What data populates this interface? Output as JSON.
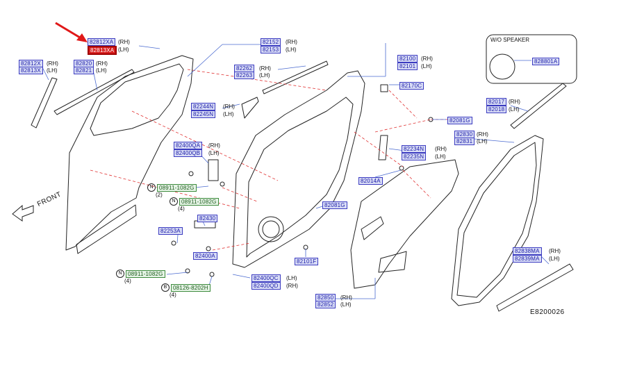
{
  "diagram_code": "E8200026",
  "front_label": "FRONT",
  "speaker_box_title": "W/O  SPEAKER",
  "parts": [
    {
      "id": "p1",
      "code": "82812XA",
      "side": "(RH)"
    },
    {
      "id": "p2",
      "code": "82813XA",
      "side": "(LH)",
      "selected": true
    },
    {
      "id": "p3",
      "code": "82812X",
      "side": "(RH)"
    },
    {
      "id": "p4",
      "code": "82813X",
      "side": "(LH)"
    },
    {
      "id": "p5",
      "code": "82820",
      "side": "(RH)"
    },
    {
      "id": "p6",
      "code": "82821",
      "side": "(LH)"
    },
    {
      "id": "p7",
      "code": "82152",
      "side": "(RH)"
    },
    {
      "id": "p8",
      "code": "82153",
      "side": "(LH)"
    },
    {
      "id": "p9",
      "code": "82262",
      "side": "(RH)"
    },
    {
      "id": "p10",
      "code": "82263",
      "side": "(LH)"
    },
    {
      "id": "p11",
      "code": "82100",
      "side": "(RH)"
    },
    {
      "id": "p12",
      "code": "82101",
      "side": "(LH)"
    },
    {
      "id": "p13",
      "code": "82170C",
      "side": ""
    },
    {
      "id": "p14",
      "code": "82244N",
      "side": "(RH)"
    },
    {
      "id": "p15",
      "code": "82245N",
      "side": "(LH)"
    },
    {
      "id": "p16",
      "code": "82400QA",
      "side": "(RH)"
    },
    {
      "id": "p17",
      "code": "82400QB",
      "side": "(LH)"
    },
    {
      "id": "p18",
      "code": "08911-1082G",
      "side": "(2)",
      "prefix": "N",
      "green": true
    },
    {
      "id": "p19",
      "code": "08911-1082G",
      "side": "(4)",
      "prefix": "N",
      "green": true
    },
    {
      "id": "p20",
      "code": "82430",
      "side": ""
    },
    {
      "id": "p21",
      "code": "82253A",
      "side": ""
    },
    {
      "id": "p22",
      "code": "82400A",
      "side": ""
    },
    {
      "id": "p23",
      "code": "08911-1082G",
      "side": "(4)",
      "prefix": "N",
      "green": true
    },
    {
      "id": "p24",
      "code": "08126-8202H",
      "side": "(4)",
      "prefix": "B",
      "green": true
    },
    {
      "id": "p25",
      "code": "82400QC",
      "side": "(LH)"
    },
    {
      "id": "p26",
      "code": "82400QD",
      "side": "(RH)"
    },
    {
      "id": "p27",
      "code": "82101F",
      "side": ""
    },
    {
      "id": "p28",
      "code": "82081G",
      "side": ""
    },
    {
      "id": "p29",
      "code": "82234N",
      "side": "(RH)"
    },
    {
      "id": "p30",
      "code": "82235N",
      "side": "(LH)"
    },
    {
      "id": "p31",
      "code": "82014A",
      "side": ""
    },
    {
      "id": "p32",
      "code": "82081G",
      "side": ""
    },
    {
      "id": "p33",
      "code": "82850",
      "side": "(RH)"
    },
    {
      "id": "p34",
      "code": "82852",
      "side": "(LH)"
    },
    {
      "id": "p35",
      "code": "82017",
      "side": "(RH)"
    },
    {
      "id": "p36",
      "code": "82018",
      "side": "(LH)"
    },
    {
      "id": "p37",
      "code": "82830",
      "side": "(RH)"
    },
    {
      "id": "p38",
      "code": "82831",
      "side": "(LH)"
    },
    {
      "id": "p39",
      "code": "82838MA",
      "side": "(RH)"
    },
    {
      "id": "p40",
      "code": "82839MA",
      "side": "(LH)"
    },
    {
      "id": "p41",
      "code": "828801A",
      "side": ""
    }
  ],
  "colors": {
    "label_fill": "#d9ddf6",
    "label_border": "#3a3ac0",
    "label_text": "#1a1aa8",
    "selected": "#d81e1e",
    "leader_red": "#e03030",
    "leader_blue": "#4a6ad0",
    "arrow": "#e01818"
  }
}
